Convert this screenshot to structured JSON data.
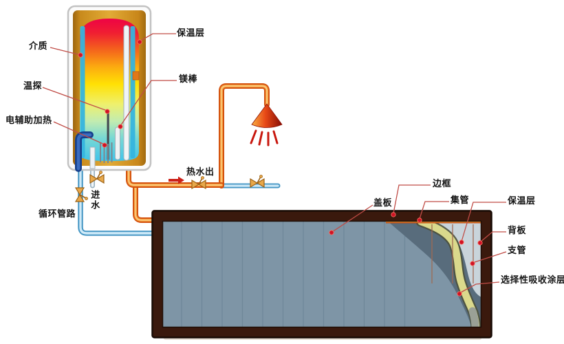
{
  "diagram": {
    "tank_labels": {
      "medium": "介质",
      "insulation": "保温层",
      "temp_probe": "温探",
      "electric_aux_heater": "电辅助加热",
      "magnesium_rod": "镁棒"
    },
    "pipe_labels": {
      "hot_water_out": "热水出",
      "water_in": "进水",
      "circulation_pipe": "循环管路"
    },
    "collector_labels": {
      "frame": "边框",
      "cover_plate": "盖板",
      "header_pipe": "集管",
      "insulation": "保温层",
      "back_plate": "背板",
      "branch_pipe": "支管",
      "selective_coating": "选择性吸收涂层"
    },
    "colors": {
      "hot_pipe": "#e86a1a",
      "cold_pipe": "#5aa8d8",
      "dark_inlet_pipe": "#1d4fa0",
      "marker_dot": "#d01225",
      "leader_line": "#c04c46",
      "panel_frame": "#3a190d",
      "panel_glass": "#7e95a6",
      "panel_shade": "#586c7c",
      "back_plate_gray": "#c9d4db",
      "insulation_yellow": "#d9d88c",
      "tank_shell_gold": "#d79a2b",
      "valve_brass": "#e8a84a"
    }
  }
}
